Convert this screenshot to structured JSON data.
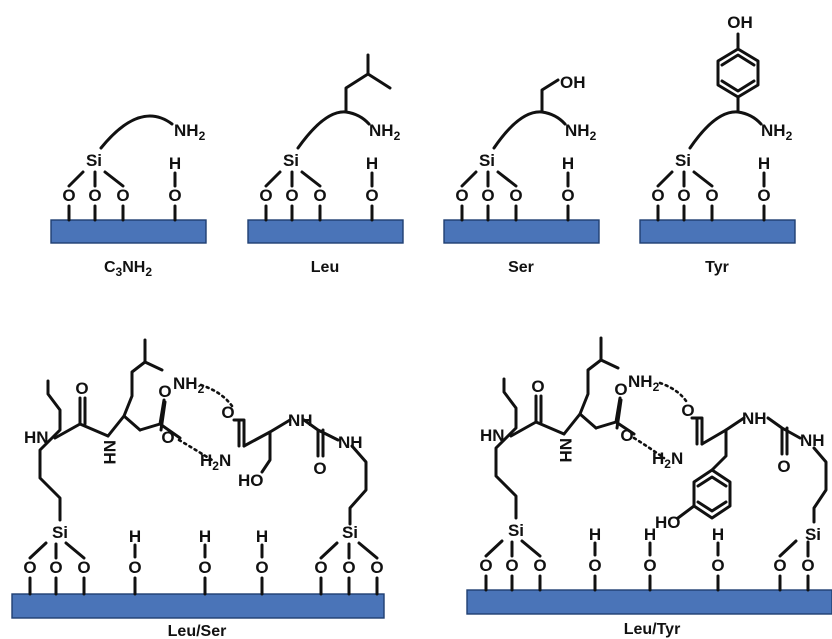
{
  "captions": {
    "c3nh2": [
      "C",
      "3",
      "NH",
      "2"
    ],
    "leu": "Leu",
    "ser": "Ser",
    "tyr": "Tyr",
    "leu_ser": "Leu/Ser",
    "leu_tyr": "Leu/Tyr"
  },
  "atoms": {
    "si": "Si",
    "o": "O",
    "h": "H",
    "n": "N",
    "nh": "NH",
    "nh2": [
      "NH",
      "2"
    ],
    "h2n": [
      "H",
      "2",
      "N"
    ],
    "oh": "OH",
    "ho": "HO",
    "hn": "HN"
  },
  "colors": {
    "substrate": "#4a74b8",
    "ink": "#111111"
  }
}
